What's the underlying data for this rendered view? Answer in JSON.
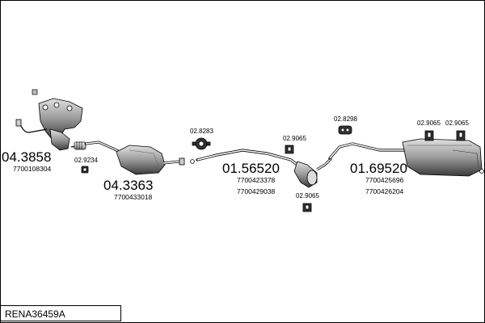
{
  "diagram_code": "RENA36459A",
  "parts": [
    {
      "number": "04.3858",
      "oem": [
        "7700108304"
      ]
    },
    {
      "number": "04.3363",
      "oem": [
        "7700433018"
      ]
    },
    {
      "number": "01.56520",
      "oem": [
        "7700423378",
        "7700429038"
      ]
    },
    {
      "number": "01.69520",
      "oem": [
        "7700425696",
        "7700426204"
      ]
    }
  ],
  "accessories": [
    "02.9234",
    "02.8283",
    "02.9065",
    "02.9065",
    "02.8298",
    "02.9065",
    "02.9065"
  ],
  "colors": {
    "line": "#000000",
    "part_fill": "#9a9a9a",
    "part_light": "#c8c8c8",
    "part_dark": "#444444"
  }
}
